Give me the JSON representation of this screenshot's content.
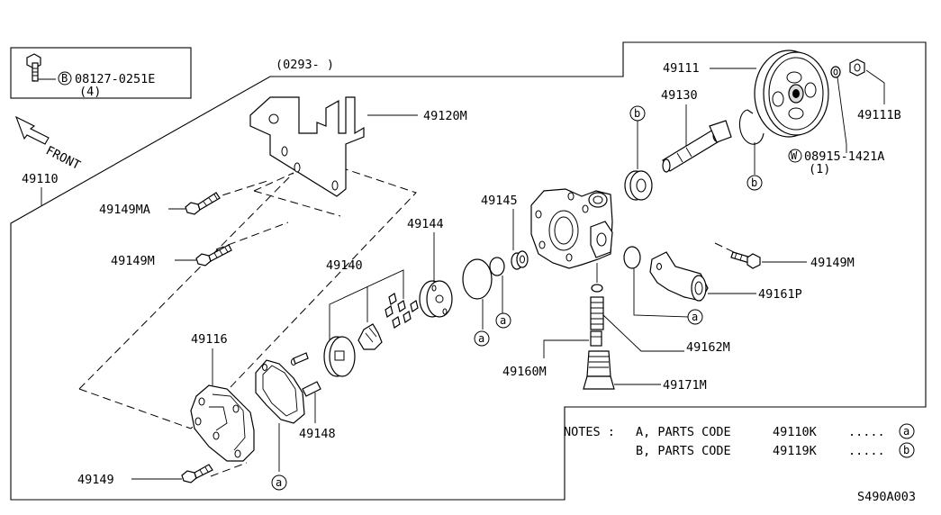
{
  "header": {
    "bolt_ref_code": "08127-0251E",
    "bolt_ref_marker": "B",
    "bolt_ref_qty": "(4)",
    "production_date": "(0293-      )",
    "front_label": "FRONT"
  },
  "labels": {
    "assembly": "49110",
    "bracket": "49120M",
    "bolt_ma": "49149MA",
    "bolt_m_left": "49149M",
    "bolt_m_right": "49149M",
    "bolt_bottom": "49149",
    "cam_ring_set": "49140",
    "side_plate": "49144",
    "o_ring_group": "49145",
    "rear_cover": "49116",
    "pin": "49148",
    "pulley": "49111",
    "pulley_nut": "49111B",
    "shaft": "49130",
    "washer_code": "08915-1421A",
    "washer_marker": "W",
    "washer_qty": "(1)",
    "outlet_connector": "49161P",
    "spring": "49162M",
    "flow_valve": "49160M",
    "connector_bolt": "49171M"
  },
  "markers": {
    "a": "a",
    "b": "b"
  },
  "notes": {
    "heading": "NOTES :",
    "line_a_text": "A, PARTS CODE",
    "line_a_code": "49110K",
    "line_a_dots": ".....",
    "line_a_marker": "a",
    "line_b_text": "B, PARTS CODE",
    "line_b_code": "49119K",
    "line_b_dots": ".....",
    "line_b_marker": "b"
  },
  "footer": {
    "diagram_id": "S490A003"
  }
}
